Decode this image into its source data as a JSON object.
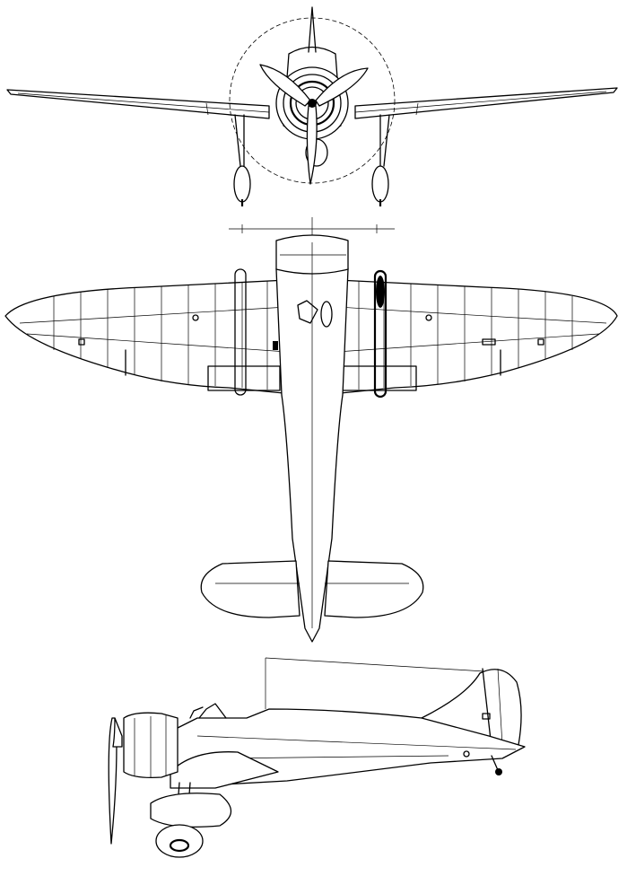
{
  "drawing": {
    "views": [
      {
        "id": "front",
        "role": "front elevation"
      },
      {
        "id": "top",
        "role": "plan view"
      },
      {
        "id": "side",
        "role": "side elevation"
      }
    ],
    "colors": {
      "line": "#000000",
      "background": "#ffffff"
    },
    "prop_blades_front": 3,
    "wing_panel_ribs_per_side": 9
  }
}
